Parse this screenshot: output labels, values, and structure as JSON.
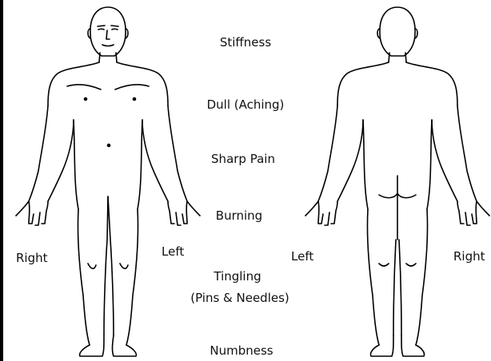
{
  "symptoms": {
    "items": [
      "Stiffness",
      "Dull (Aching)",
      "Sharp Pain",
      "Burning",
      "Tingling",
      "(Pins & Needles)",
      "Numbness"
    ]
  },
  "front_figure": {
    "side_right": "Right",
    "side_left": "Left"
  },
  "back_figure": {
    "side_left": "Left",
    "side_right": "Right"
  },
  "colors": {
    "outline": "#000000",
    "background": "#ffffff"
  }
}
